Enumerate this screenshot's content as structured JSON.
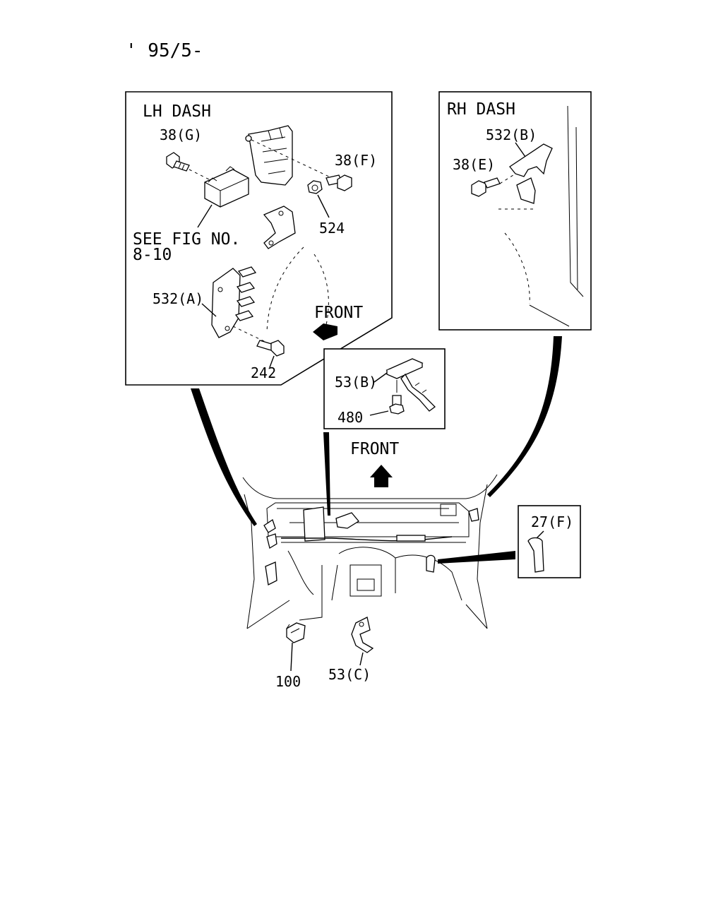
{
  "header": {
    "date_code": "' 95/5-"
  },
  "lh_panel": {
    "title": "LH DASH",
    "callouts": {
      "p38g": "38(G)",
      "p38f": "38(F)",
      "p524": "524",
      "p532a": "532(A)",
      "p242": "242"
    },
    "note_line1": "SEE FIG NO.",
    "note_line2": "8-10",
    "front_label": "FRONT"
  },
  "rh_panel": {
    "title": "RH DASH",
    "callouts": {
      "p532b": "532(B)",
      "p38e": "38(E)"
    }
  },
  "center_inset": {
    "callouts": {
      "p53b": "53(B)",
      "p480": "480"
    }
  },
  "clip_inset": {
    "callouts": {
      "p27f": "27(F)"
    }
  },
  "main_view": {
    "front_label": "FRONT",
    "callouts": {
      "p100": "100",
      "p53c": "53(C)"
    }
  }
}
